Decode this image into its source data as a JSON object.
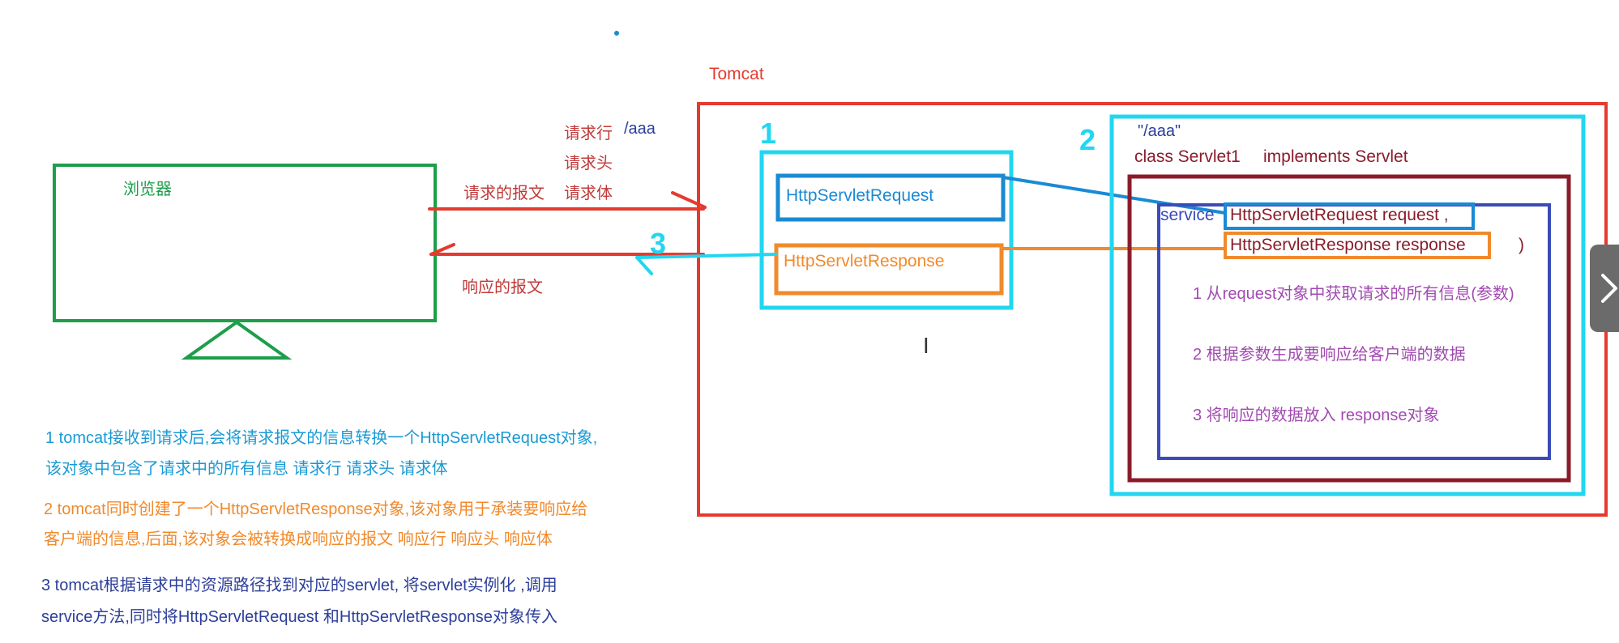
{
  "colors": {
    "red": "#e53a2f",
    "cyan": "#22d6f0",
    "blue": "#1a8ad4",
    "orange": "#f08a2c",
    "green": "#1e9e4a",
    "darkred": "#8a1c2a",
    "indigo": "#3a4bb8",
    "purple": "#a24ab2",
    "navy": "#2c3e9a"
  },
  "tomcat_label": "Tomcat",
  "browser_label": "浏览器",
  "request": {
    "line": "请求行",
    "path": "/aaa",
    "header": "请求头",
    "body": "请求体",
    "message": "请求的报文"
  },
  "response_message": "响应的报文",
  "markers": {
    "one": "1",
    "two": "2",
    "three": "3"
  },
  "box1": {
    "request_label": "HttpServletRequest",
    "response_label": "HttpServletResponse"
  },
  "servlet": {
    "path": "\"/aaa\"",
    "class_decl": "class Servlet1",
    "implements": "implements Servlet",
    "service": "service",
    "param_request": "HttpServletRequest request ,",
    "param_response": "HttpServletResponse response",
    "close_paren": ")",
    "step1": "1 从request对象中获取请求的所有信息(参数)",
    "step2": "2 根据参数生成要响应给客户端的数据",
    "step3": "3 将响应的数据放入 response对象"
  },
  "notes": {
    "n1_line1": "1 tomcat接收到请求后,会将请求报文的信息转换一个HttpServletRequest对象,",
    "n1_line2": "该对象中包含了请求中的所有信息     请求行 请求头 请求体",
    "n2_line1": "2 tomcat同时创建了一个HttpServletResponse对象,该对象用于承装要响应给",
    "n2_line2": "客户端的信息,后面,该对象会被转换成响应的报文   响应行   响应头 响应体",
    "n3_line1": "3 tomcat根据请求中的资源路径找到对应的servlet, 将servlet实例化 ,调用",
    "n3_line2": "service方法,同时将HttpServletRequest 和HttpServletResponse对象传入"
  },
  "icons": [
    "chevron-right-icon",
    "text-cursor-icon",
    "monitor-icon"
  ]
}
